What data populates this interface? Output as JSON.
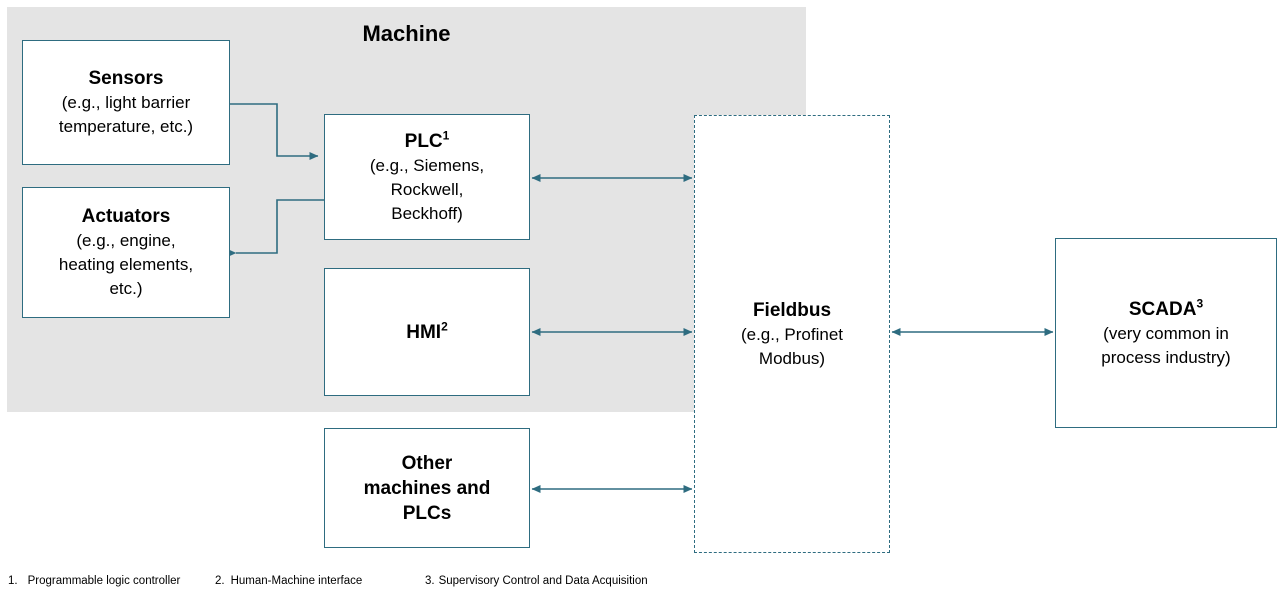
{
  "diagram": {
    "title": "Machine",
    "enclosure_label": "Machine",
    "accent_color": "#2E6C80",
    "panel_color": "#E4E4E4",
    "background_color": "#FFFFFF",
    "nodes": [
      {
        "id": "sensors",
        "title": "Sensors",
        "superscript": "",
        "sub_lines": [
          "(e.g., light barrier",
          "temperature, etc.)"
        ],
        "border": "solid"
      },
      {
        "id": "actuators",
        "title": "Actuators",
        "superscript": "",
        "sub_lines": [
          "(e.g., engine,",
          "heating elements,",
          "etc.)"
        ],
        "border": "solid"
      },
      {
        "id": "plc",
        "title": "PLC",
        "superscript": "1",
        "sub_lines": [
          "(e.g., Siemens,",
          "Rockwell,",
          "Beckhoff)"
        ],
        "border": "solid"
      },
      {
        "id": "hmi",
        "title": "HMI",
        "superscript": "2",
        "sub_lines": [],
        "border": "solid"
      },
      {
        "id": "other",
        "title_lines": [
          "Other",
          "machines and",
          "PLCs"
        ],
        "title": "Other machines and PLCs",
        "superscript": "",
        "sub_lines": [],
        "border": "solid"
      },
      {
        "id": "fieldbus",
        "title": "Fieldbus",
        "superscript": "",
        "sub_lines": [
          "(e.g., Profinet",
          "Modbus)"
        ],
        "border": "dashed"
      },
      {
        "id": "scada",
        "title": "SCADA",
        "superscript": "3",
        "sub_lines": [
          "(very common in",
          "process industry)"
        ],
        "border": "solid"
      }
    ],
    "connections": [
      {
        "from": "sensors",
        "to": "plc",
        "arrows": "single"
      },
      {
        "from": "plc",
        "to": "actuators",
        "arrows": "single"
      },
      {
        "from": "plc",
        "to": "fieldbus",
        "arrows": "double"
      },
      {
        "from": "hmi",
        "to": "fieldbus",
        "arrows": "double"
      },
      {
        "from": "other",
        "to": "fieldbus",
        "arrows": "double"
      },
      {
        "from": "fieldbus",
        "to": "scada",
        "arrows": "double"
      }
    ]
  },
  "footnotes": [
    {
      "number": "1.",
      "text": "Programmable logic controller"
    },
    {
      "number": "2.",
      "text": "Human-Machine interface"
    },
    {
      "number": "3.",
      "text": "Supervisory Control and Data Acquisition"
    }
  ]
}
